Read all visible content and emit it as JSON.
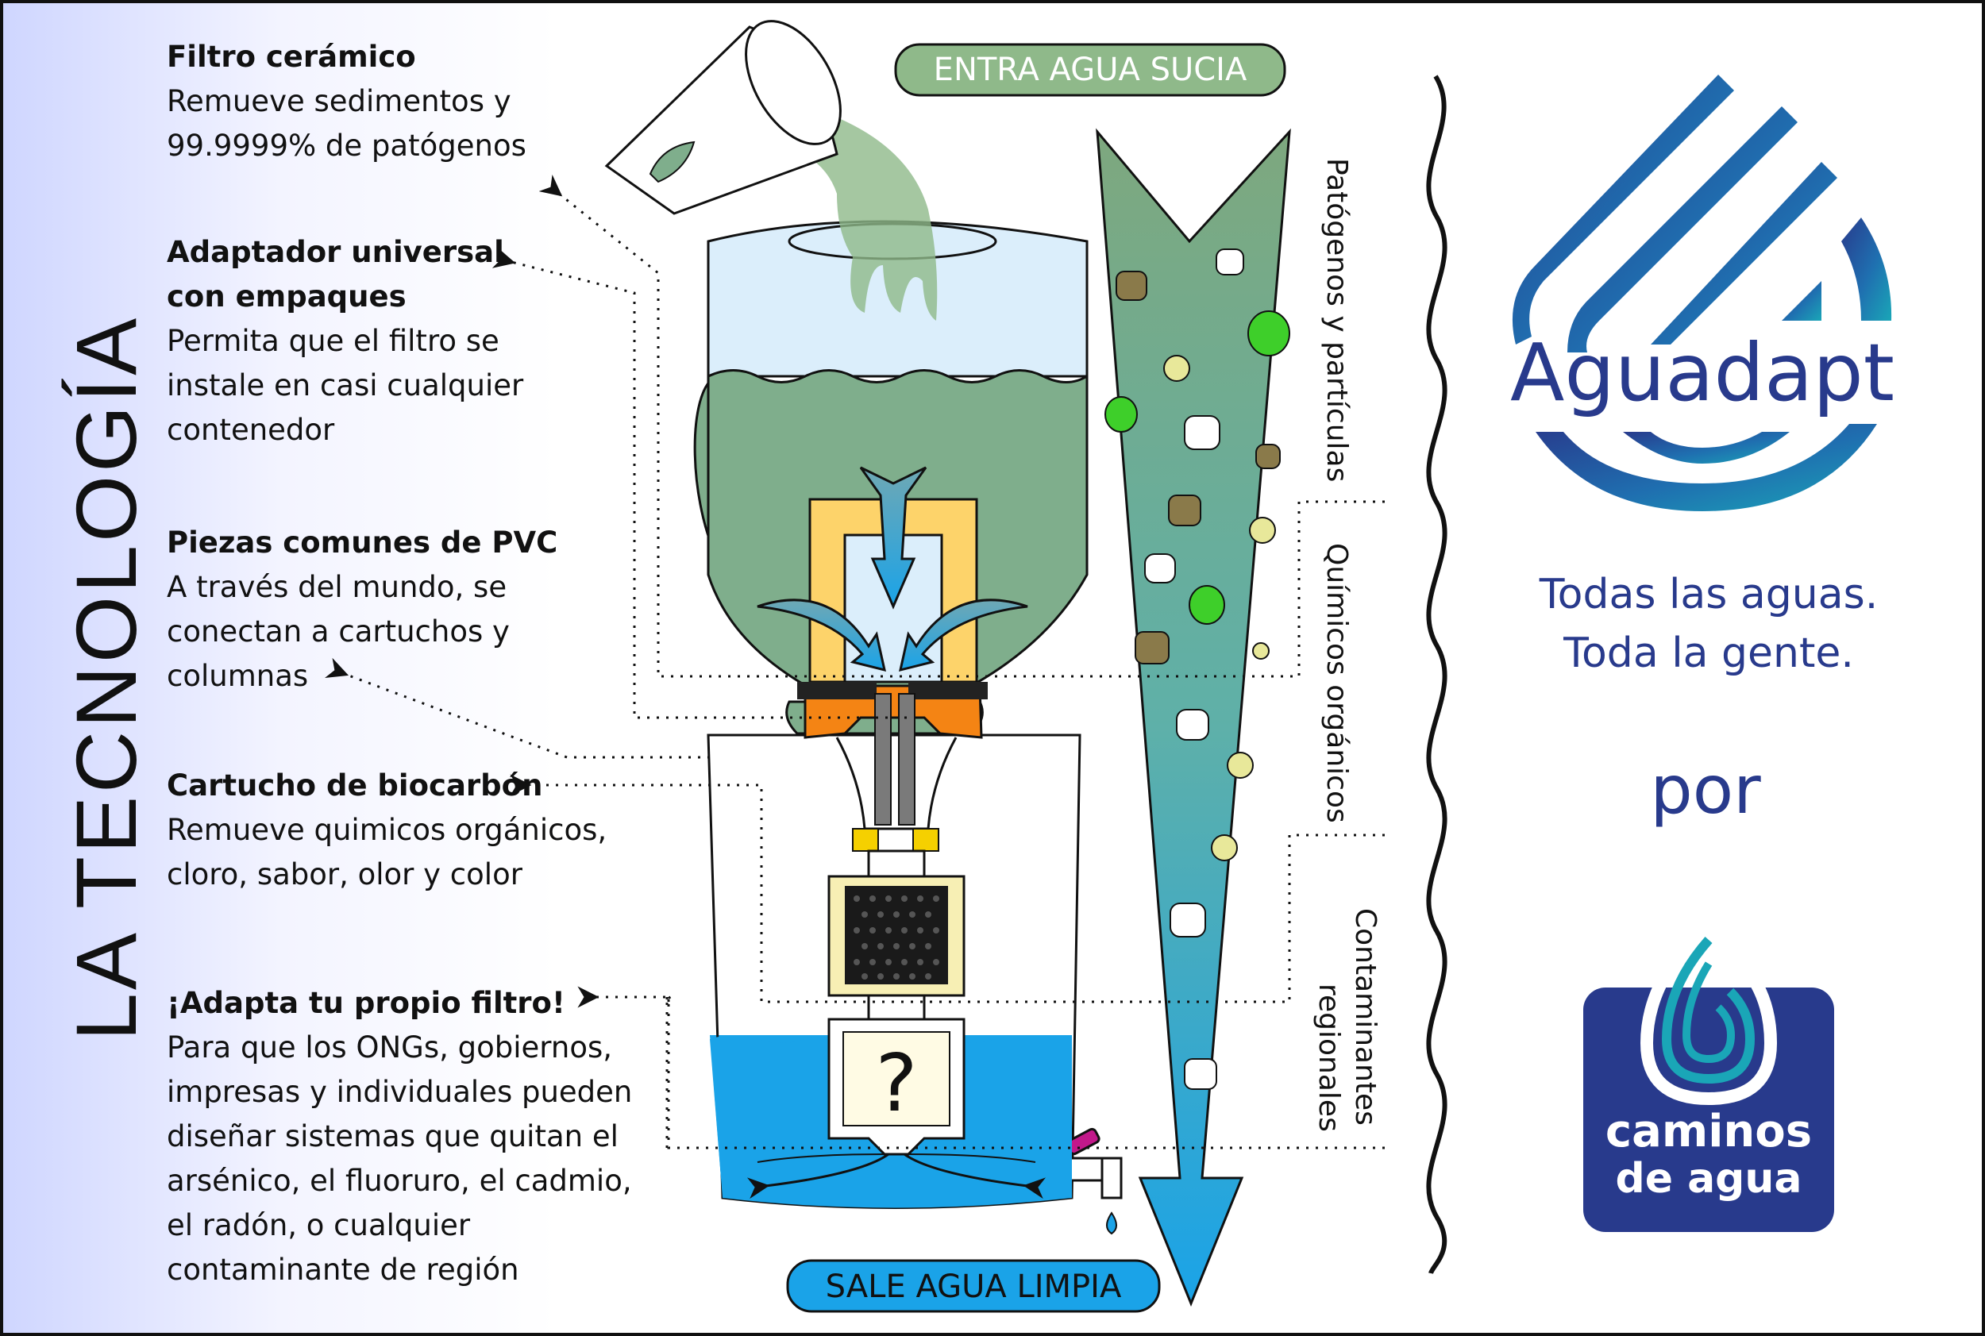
{
  "title": "LA TECNOLOGÍA",
  "items": [
    {
      "heading": "Filtro cerámico",
      "lines": [
        "Remueve sedimentos y",
        "99.9999% de patógenos"
      ]
    },
    {
      "heading": "Adaptador universal",
      "heading2": "con empaques",
      "lines": [
        "Permita que el filtro se",
        "instale en casi cualquier",
        "contenedor"
      ]
    },
    {
      "heading": "Piezas comunes de PVC",
      "lines": [
        "A través del mundo, se",
        "conectan a cartuchos y",
        "columnas"
      ]
    },
    {
      "heading": "Cartucho de biocarbón",
      "lines": [
        "Remueve quimicos orgánicos,",
        "cloro, sabor, olor y color"
      ]
    },
    {
      "heading": "¡Adapta tu propio filtro!",
      "lines": [
        "Para que los ONGs, gobiernos,",
        "impresas y individuales pueden",
        "diseñar sistemas que quitan el",
        "arsénico, el fluoruro, el cadmio,",
        "el radón, o cualquier",
        "contaminante de región"
      ]
    }
  ],
  "diagram": {
    "top_label": "ENTRA AGUA SUCIA",
    "bottom_label": "SALE AGUA LIMPIA",
    "question_mark": "?",
    "arrow_labels": [
      "Patógenos y partículas",
      "Químicos orgánicos",
      "Contaminantes",
      "regionales"
    ]
  },
  "brand": {
    "name": "Aguadapt",
    "tagline1": "Todas las aguas.",
    "tagline2": "Toda la gente.",
    "by": "por",
    "partner1": "caminos",
    "partner2": "de agua"
  },
  "colors": {
    "navy": "#283a8c",
    "teal": "#1aa6b7",
    "dirty_water": "#7fae8c",
    "clean_water": "#1aa3e8",
    "orange": "#f48414",
    "ceramic": "#fdd36a",
    "pill_green": "#8fb98a",
    "pill_blue": "#1aa3e8"
  }
}
